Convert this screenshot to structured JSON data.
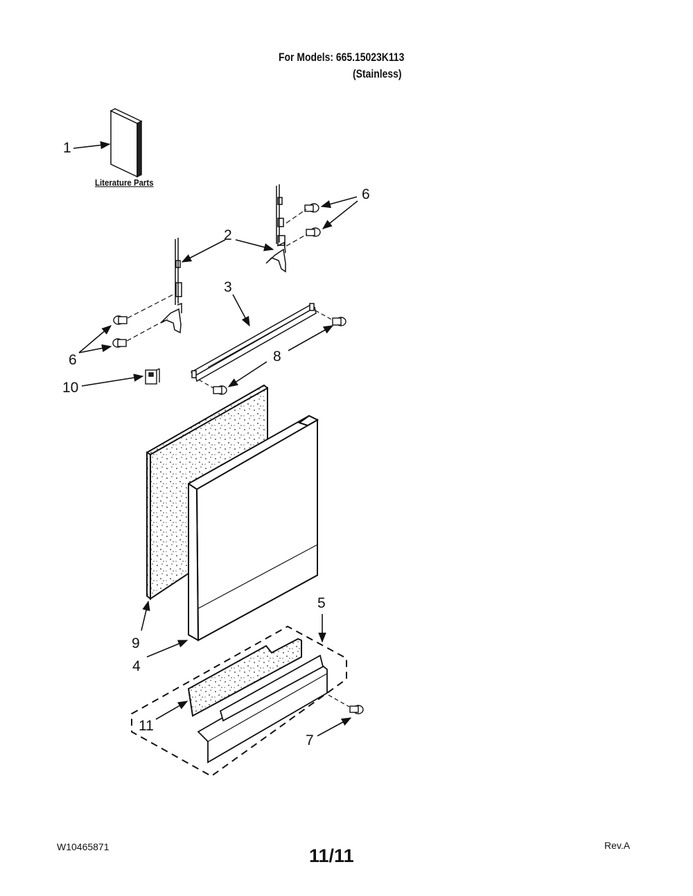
{
  "header": {
    "model_line": "For Models: 665.15023K113",
    "variant_line": "(Stainless)"
  },
  "literature_label": "Literature Parts",
  "callouts": {
    "c1": "1",
    "c2": "2",
    "c3": "3",
    "c4": "4",
    "c5": "5",
    "c6a": "6",
    "c6b": "6",
    "c7": "7",
    "c8": "8",
    "c9": "9",
    "c10": "10",
    "c11": "11"
  },
  "footer": {
    "doc_number": "W10465871",
    "page": "11/11",
    "revision": "Rev.A"
  }
}
